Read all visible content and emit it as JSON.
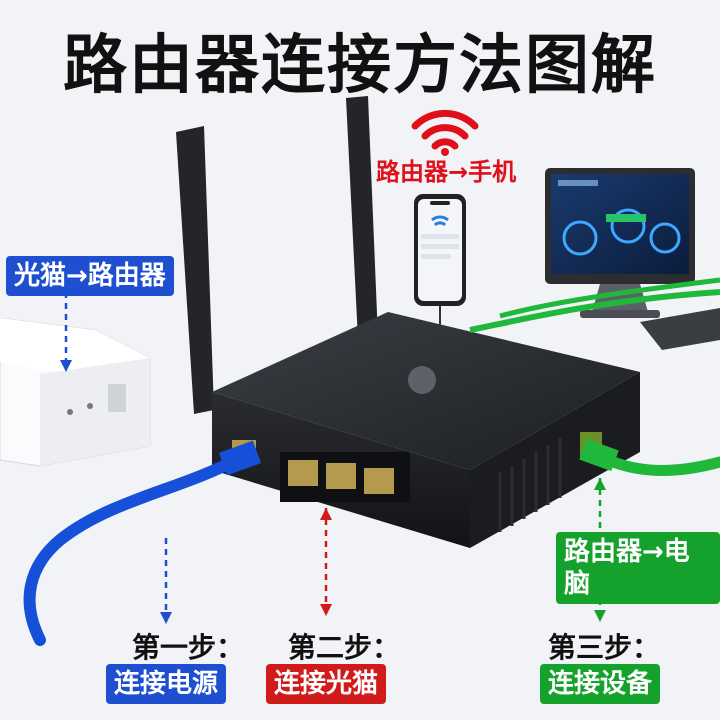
{
  "title": "路由器连接方法图解",
  "labels": {
    "modem_to_router": "光猫→路由器",
    "router_to_phone": "路由器→手机",
    "router_to_pc": "路由器→电脑"
  },
  "steps": [
    {
      "step": "第一步：",
      "action": "连接电源",
      "color": "#1d4fd0"
    },
    {
      "step": "第二步：",
      "action": "连接光猫",
      "color": "#d11a1a"
    },
    {
      "step": "第三步：",
      "action": "连接设备",
      "color": "#14a12c"
    }
  ],
  "icons": [
    "wifi-icon",
    "router-image",
    "modem-image",
    "phone-image",
    "monitor-image",
    "keyboard-image"
  ]
}
